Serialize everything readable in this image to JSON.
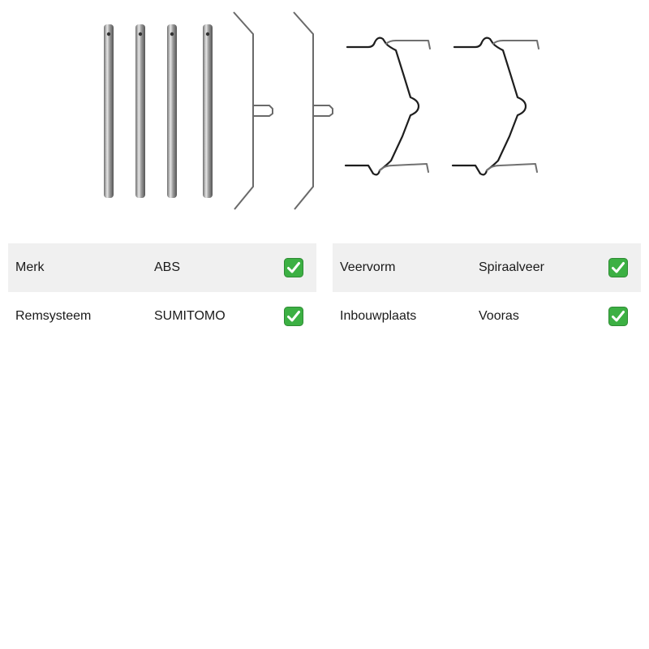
{
  "product_image": {
    "icon": "brake-pad-fitting-kit-image"
  },
  "specs_left": [
    {
      "label": "Merk",
      "value": "ABS",
      "icon": "check-icon"
    },
    {
      "label": "Remsysteem",
      "value": "SUMITOMO",
      "icon": "check-icon"
    }
  ],
  "specs_right": [
    {
      "label": "Veervorm",
      "value": "Spiraalveer",
      "icon": "check-icon"
    },
    {
      "label": "Inbouwplaats",
      "value": "Vooras",
      "icon": "check-icon"
    }
  ],
  "colors": {
    "row_shade": "#f0f0f0",
    "check_green": "#3cb043",
    "text": "#1a1a1a"
  }
}
